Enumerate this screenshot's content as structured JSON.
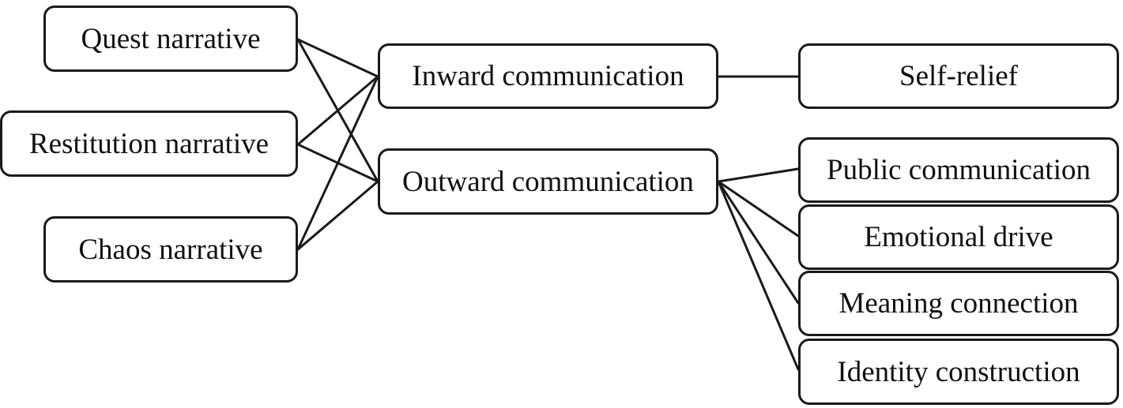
{
  "diagram": {
    "narratives": {
      "quest": "Quest narrative",
      "restitution": "Restitution narrative",
      "chaos": "Chaos narrative"
    },
    "communication": {
      "inward": "Inward communication",
      "outward": "Outward communication"
    },
    "outcomes": {
      "self_relief": "Self-relief",
      "public": "Public communication",
      "emotional": "Emotional drive",
      "meaning": "Meaning connection",
      "identity": "Identity construction"
    },
    "edges": [
      {
        "from": "quest",
        "to": "inward"
      },
      {
        "from": "quest",
        "to": "outward"
      },
      {
        "from": "restitution",
        "to": "inward"
      },
      {
        "from": "restitution",
        "to": "outward"
      },
      {
        "from": "chaos",
        "to": "inward"
      },
      {
        "from": "chaos",
        "to": "outward"
      },
      {
        "from": "inward",
        "to": "self_relief"
      },
      {
        "from": "outward",
        "to": "public"
      },
      {
        "from": "outward",
        "to": "emotional"
      },
      {
        "from": "outward",
        "to": "meaning"
      },
      {
        "from": "outward",
        "to": "identity"
      }
    ],
    "colors": {
      "line": "#1a1a1a",
      "box_border": "#1a1a1a",
      "box_fill": "#ffffff",
      "text": "#111111"
    }
  }
}
